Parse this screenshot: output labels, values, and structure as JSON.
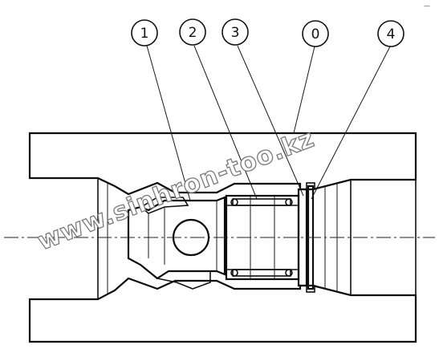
{
  "balloons": [
    {
      "label": "1"
    },
    {
      "label": "2"
    },
    {
      "label": "3"
    },
    {
      "label": "0"
    },
    {
      "label": "4"
    }
  ],
  "watermark": {
    "text": "www.sinhron-too.kz"
  },
  "corner_mark": {
    "text": "—"
  },
  "colors": {
    "ink": "#111111",
    "watermark": "#8a8a8a",
    "paper": "#ffffff"
  }
}
